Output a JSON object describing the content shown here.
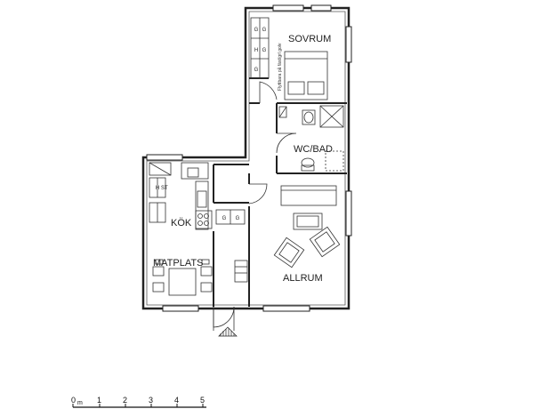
{
  "rooms": {
    "sovrum": "SOVRUM",
    "wc_bad": "WC/BAD",
    "kok": "KÖK",
    "matplats": "MATPLATS",
    "allrum": "ALLRUM"
  },
  "fixtures": {
    "g1": "G",
    "g2": "G",
    "h1": "H",
    "g3": "G",
    "g4": "G",
    "h_kok": "H",
    "st_kok": "ST",
    "g5": "G",
    "g6": "G",
    "movable_note": "Flyttbara på fäst/grl golv"
  },
  "scale": {
    "labels": [
      "0",
      "m",
      "1",
      "2",
      "3",
      "4",
      "5"
    ]
  }
}
